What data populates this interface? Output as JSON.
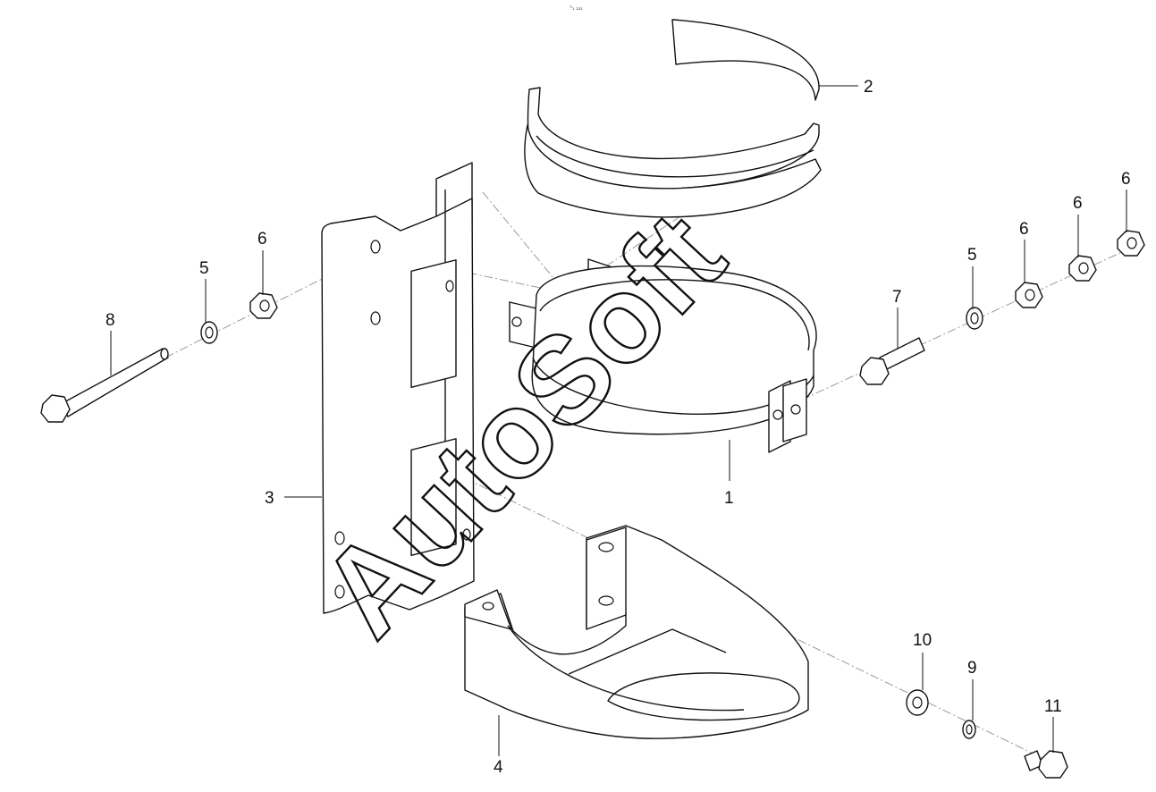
{
  "top_mark": "°₁ ₂₂₂",
  "watermark": "AutoSoft",
  "callouts": {
    "c1": "1",
    "c2": "2",
    "c3": "3",
    "c4": "4",
    "c5a": "5",
    "c5b": "5",
    "c6a": "6",
    "c6b": "6",
    "c6c": "6",
    "c6d": "6",
    "c7": "7",
    "c8": "8",
    "c9": "9",
    "c10": "10",
    "c11": "11"
  }
}
